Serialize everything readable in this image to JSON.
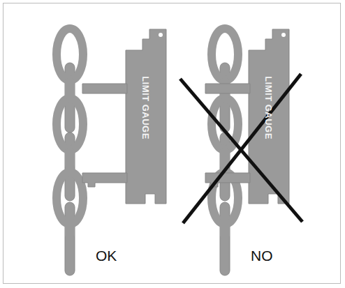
{
  "diagram": {
    "nodes": [
      {
        "text": [
          "LIMIT GAUGE"
        ]
      },
      {
        "text": [
          "LIMIT GAUGE"
        ]
      }
    ],
    "labels": [
      "OK",
      "NO"
    ]
  }
}
